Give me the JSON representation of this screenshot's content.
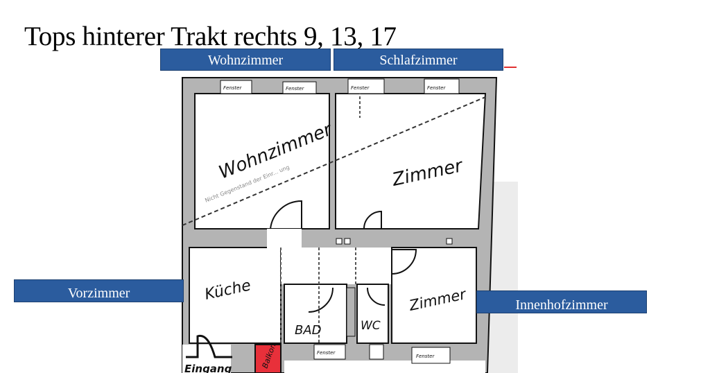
{
  "title": "Tops hinterer Trakt rechts 9, 13, 17",
  "labels": {
    "wohnzimmer": "Wohnzimmer",
    "schlafzimmer": "Schlafzimmer",
    "vorzimmer": "Vorzimmer",
    "innenhofzimmer": "Innenhofzimmer"
  },
  "plan": {
    "rooms": {
      "wohnzimmer": "Wohnzimmer",
      "zimmer_top": "Zimmer",
      "kueche": "Küche",
      "bad": "BAD",
      "wc": "WC",
      "zimmer_bottom": "Zimmer",
      "eingang": "Eingang",
      "balkon": "Balkon"
    },
    "window_label": "Fenster",
    "note": "Nicht Gegenstand der Einr... ung",
    "colors": {
      "wall": "#b4b4b4",
      "label_box": "#2b5c9e",
      "balkon": "#e8303a"
    }
  }
}
